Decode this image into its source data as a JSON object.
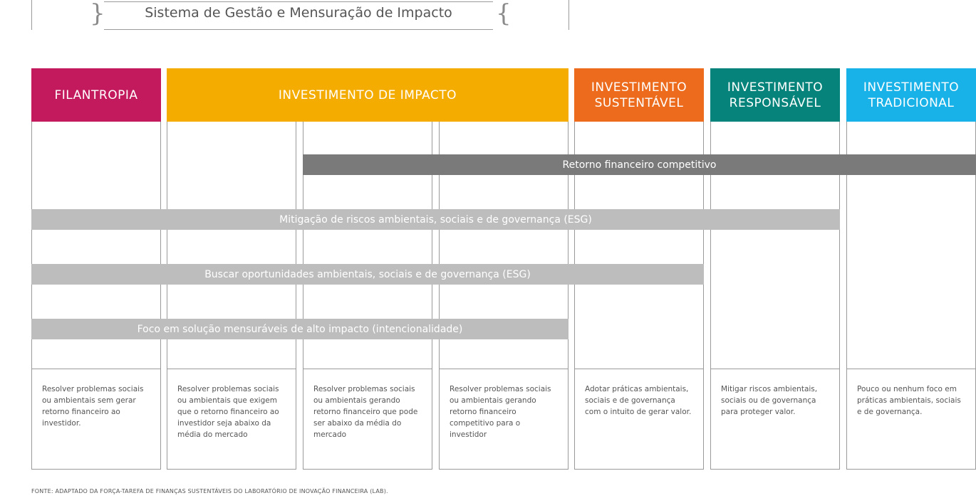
{
  "header": {
    "system_title": "Sistema de Gestão e Mensuração de Impacto"
  },
  "categories": [
    {
      "label": "FILANTROPIA",
      "color": "#c3195d"
    },
    {
      "label": "INVESTIMENTO DE IMPACTO",
      "color": "#f5ac00"
    },
    {
      "label": "INVESTIMENTO SUSTENTÁVEL",
      "color": "#ec6b1c"
    },
    {
      "label": "INVESTIMENTO RESPONSÁVEL",
      "color": "#06837a"
    },
    {
      "label": "INVESTIMENTO TRADICIONAL",
      "color": "#18b2e8"
    }
  ],
  "bands": [
    {
      "label": "Retorno financeiro competitivo",
      "color": "#7a7a7a"
    },
    {
      "label": "Mitigação de riscos ambientais, sociais e de governança (ESG)",
      "color": "#bdbdbd"
    },
    {
      "label": "Buscar oportunidades ambientais, sociais e de governança (ESG)",
      "color": "#bdbdbd"
    },
    {
      "label": "Foco em solução mensuráveis de alto impacto (intencionalidade)",
      "color": "#bdbdbd"
    }
  ],
  "descriptions": [
    "Resolver problemas sociais ou ambientais sem gerar retorno financeiro ao investidor.",
    "Resolver problemas sociais ou ambientais que exigem que o retorno financeiro ao investidor seja abaixo da média do mercado",
    "Resolver problemas sociais ou ambientais gerando retorno financeiro que pode ser abaixo da média do mercado",
    "Resolver problemas sociais ou ambientais gerando retorno financeiro competitivo para o investidor",
    "Adotar práticas ambientais, sociais e de governança com o intuito de gerar valor.",
    "Mitigar riscos ambientais, sociais ou de governança para proteger valor.",
    "Pouco ou nenhum foco em práticas ambientais, sociais e de governança."
  ],
  "source": "FONTE: ADAPTADO DA FORÇA-TAREFA DE FINANÇAS SUSTENTÁVEIS DO LABORATÓRIO DE INOVAÇÃO FINANCEIRA (LAB)."
}
